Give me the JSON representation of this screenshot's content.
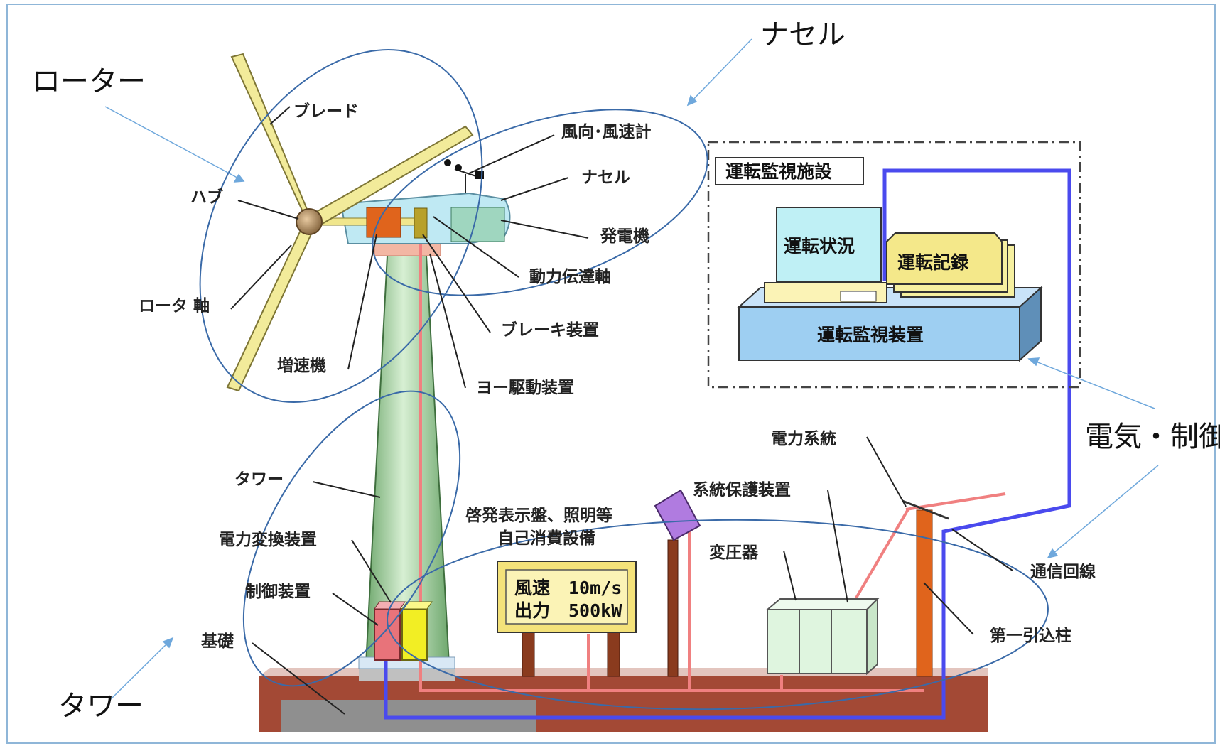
{
  "categories": {
    "rotor": "ローター",
    "nacelle": "ナセル",
    "tower": "タワー",
    "electrical": "電気・制御"
  },
  "labels": {
    "blade": "ブレード",
    "hub": "ハブ",
    "rotor_shaft": "ロータ 軸",
    "gearbox": "増速機",
    "anemometer": "風向･風速計",
    "nacelle": "ナセル",
    "generator": "発電機",
    "drive_shaft": "動力伝達軸",
    "brake": "ブレーキ装置",
    "yaw_drive": "ヨー駆動装置",
    "tower": "タワー",
    "power_converter": "電力変換装置",
    "controller": "制御装置",
    "foundation": "基礎",
    "self_consumption_line1": "啓発表示盤、照明等",
    "self_consumption_line2": "自己消費設備",
    "grid": "電力系統",
    "grid_protection": "系統保護装置",
    "transformer": "変圧器",
    "comm_line": "通信回線",
    "first_pole": "第一引込柱"
  },
  "monitoring": {
    "facility": "運転監視施設",
    "status": "運転状況",
    "records": "運転記録",
    "device": "運転監視装置"
  },
  "sign": {
    "row1_label": "風速",
    "row1_value": "10m/s",
    "row2_label": "出力",
    "row2_value": "500kW"
  },
  "colors": {
    "blade": "#f2eb9a",
    "tower": "#9bd39a",
    "generator": "#9fd6bf",
    "gearbox": "#e0641c",
    "ground": "#9b3b26",
    "power_line": "#f08080",
    "comm_line": "#4a4aee",
    "monitor_box": "#9ecff2",
    "ellipse": "#3a6aa8",
    "leader": "#6fa8dc"
  }
}
